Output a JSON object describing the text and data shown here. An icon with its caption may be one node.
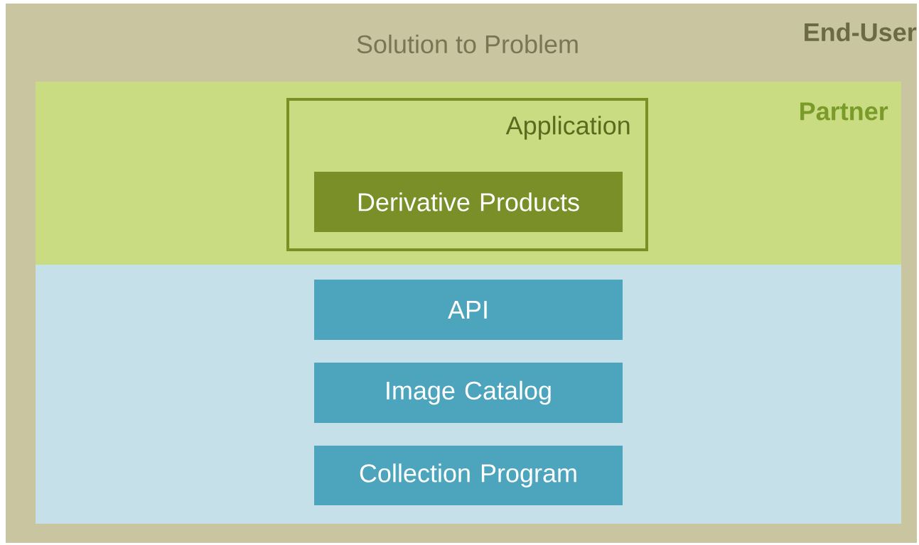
{
  "diagram": {
    "nodes": [
      {
        "text": [
          "End-User",
          "Solution to Problem"
        ]
      },
      {
        "text": [
          "Partner"
        ],
        "in": 0
      },
      {
        "text": [
          "Application"
        ],
        "in": 1
      },
      {
        "text": [
          "Derivative Products"
        ],
        "in": 2
      },
      {
        "text": [],
        "shape": "box",
        "in": 0
      },
      {
        "text": [
          "API"
        ],
        "in": 4
      },
      {
        "text": [
          "Image Catalog"
        ],
        "in": 4
      },
      {
        "text": [
          "Collection Program"
        ],
        "in": 4
      }
    ]
  }
}
